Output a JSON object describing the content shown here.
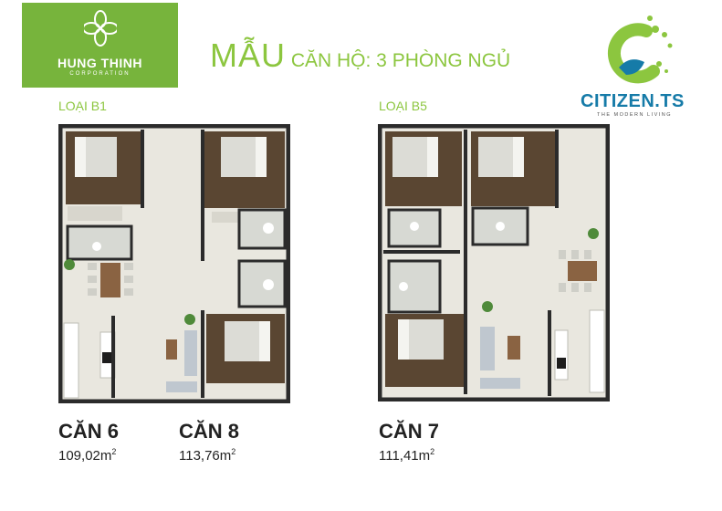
{
  "logo_left": {
    "name": "HUNG THINH",
    "sub": "CORPORATION"
  },
  "title": {
    "prefix": "MẪU",
    "rest": " CĂN HỘ: 3 PHÒNG NGỦ"
  },
  "brand_right": {
    "name": "CITIZEN.TS",
    "tagline": "THE MODERN LIVING"
  },
  "plans": [
    {
      "type_label": "LOẠI B1"
    },
    {
      "type_label": "LOẠI B5"
    }
  ],
  "units": [
    {
      "name": "CĂN 6",
      "area": "109,02m",
      "area_sup": "2"
    },
    {
      "name": "CĂN 8",
      "area": "113,76m",
      "area_sup": "2"
    },
    {
      "name": "CĂN 7",
      "area": "111,41m",
      "area_sup": "2"
    }
  ],
  "colors": {
    "accent_green": "#8cc63f",
    "logo_green": "#77b43c",
    "brand_blue": "#167ba8",
    "wall": "#2b2b2b",
    "floor": "#e9e7df",
    "bedroom": "#5a4632"
  }
}
